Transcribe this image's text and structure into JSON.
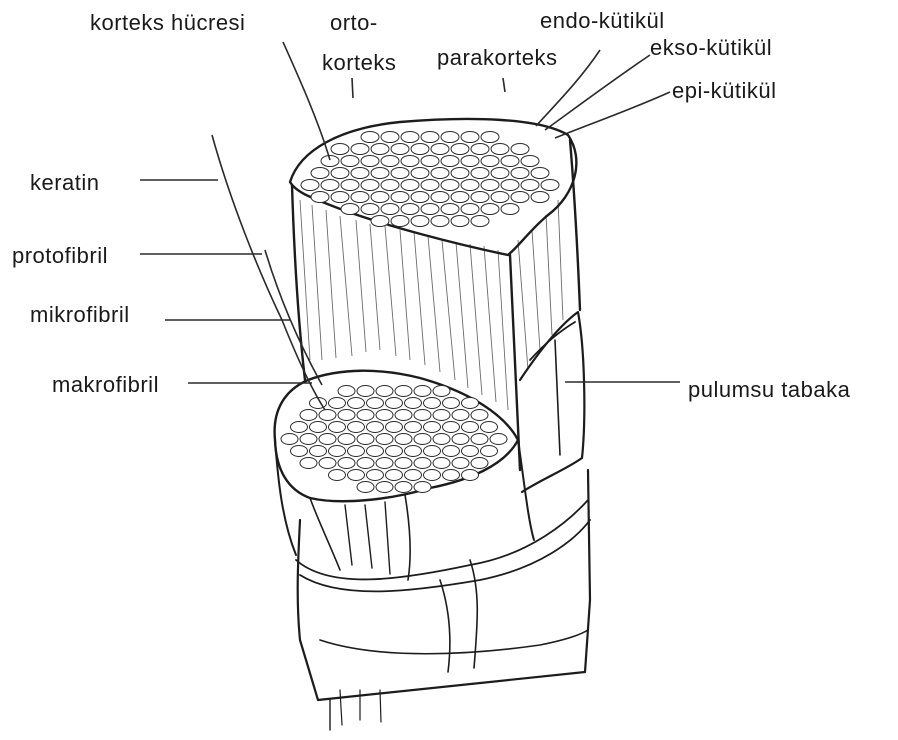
{
  "labels": {
    "korteks_hucresi": "korteks hücresi",
    "orto_line1": "orto-",
    "orto_line2": "korteks",
    "parakorteks": "parakorteks",
    "endo_kutikul": "endo-kütikül",
    "ekso_kutikul": "ekso-kütikül",
    "epi_kutikul": "epi-kütikül",
    "keratin": "keratin",
    "protofibril": "protofibril",
    "mikrofibril": "mikrofibril",
    "makrofibril": "makrofibril",
    "pulumsu_tabaka": "pulumsu tabaka"
  },
  "colors": {
    "ink": "#1c1c1c",
    "background": "#ffffff"
  }
}
